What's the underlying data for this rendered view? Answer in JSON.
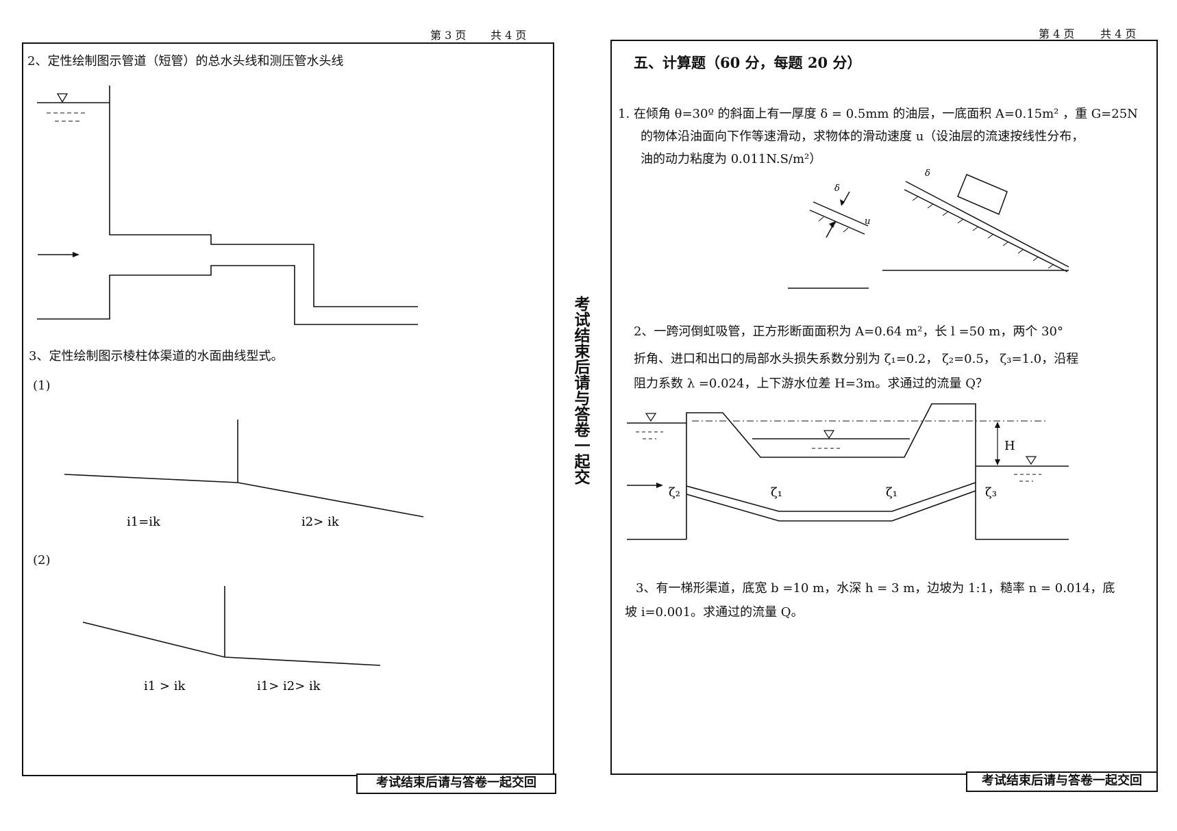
{
  "page3": {
    "page_no": "第 3 页",
    "total": "共 4 页",
    "q2_text": "2、定性绘制图示管道（短管）的总水头线和测压管水头线",
    "q3_text": "3、定性绘制图示棱柱体渠道的水面曲线型式。",
    "part1_label": "(1)",
    "part2_label": "(2)",
    "p1_left_slope": "i1=ik",
    "p1_right_slope": "i2> ik",
    "p2_left_slope": "i1 > ik",
    "p2_right_slope": "i1> i2> ik",
    "footer": "考试结束后请与答卷一起交回"
  },
  "gutter_text": "考试结束后请与答卷一起交",
  "page4": {
    "page_no": "第 4 页",
    "total": "共 4 页",
    "section_title": "五、计算题（60 分，每题 20 分）",
    "q1_line1": "1.  在倾角 θ=30º 的斜面上有一厚度 δ = 0.5mm 的油层，一底面积 A=0.15m²  ，重 G=25N",
    "q1_line2": "的物体沿油面向下作等速滑动，求物体的滑动速度 u（设油层的流速按线性分布，",
    "q1_line3": "油的动力粘度为 0.011N.S/m²）",
    "q1_delta": "δ",
    "q1_u": "u",
    "q2_line1": "2、一跨河倒虹吸管，正方形断面面积为 A=0.64 m²，长  l =50  m，两个  30°",
    "q2_line2": "折角、进口和出口的局部水头损失系数分别为 ζ₁=0.2，  ζ₂=0.5，  ζ₃=1.0，沿程",
    "q2_line3": "阻力系数 λ =0.024，上下游水位差  H=3m。求通过的流量  Q？",
    "q2_H": "H",
    "q2_zeta2": "ζ₂",
    "q2_zeta1a": "ζ₁",
    "q2_zeta1b": "ζ₁",
    "q2_zeta3": "ζ₃",
    "q3_line1": "3、有一梯形渠道，底宽    b =10  m，水深  h = 3  m，边坡为 1:1，糙率  n = 0.014，底",
    "q3_line2": "坡 i=0.001。求通过的流量 Q。",
    "footer": "考试结束后请与答卷一起交回"
  }
}
